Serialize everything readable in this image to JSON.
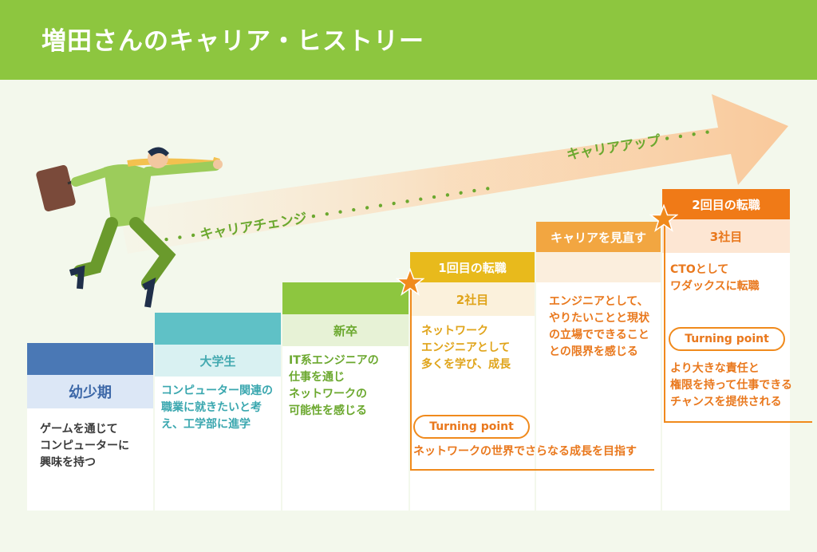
{
  "title": "増田さんのキャリア・ヒストリー",
  "arrow_labels": {
    "change": "・・・キャリアチェンジ・・・・・・・・・・・・・・",
    "up": "キャリアアップ・・・・"
  },
  "stages": [
    {
      "header": "",
      "label": "幼少期",
      "lines": [
        "ゲームを通じて",
        "コンピューターに",
        "興味を持つ"
      ]
    },
    {
      "header": "",
      "label": "大学生",
      "lines": [
        "コンピューター関連の",
        "職業に就きたいと考",
        "え、工学部に進学"
      ]
    },
    {
      "header": "",
      "label": "新卒",
      "lines": [
        "IT系エンジニアの",
        "仕事を通じ",
        "ネットワークの",
        "可能性を感じる"
      ]
    },
    {
      "header": "1回目の転職",
      "label": "2社目",
      "lines": [
        "ネットワーク",
        "エンジニアとして",
        "多くを学び、成長"
      ]
    },
    {
      "header": "キャリアを見直す",
      "label": "",
      "lines": [
        "エンジニアとして、",
        "やりたいことと現状",
        "の立場でできること",
        "との限界を感じる"
      ]
    },
    {
      "header": "2回目の転職",
      "label": "3社目",
      "lines": [
        "CTOとして",
        "ワダックスに転職"
      ]
    }
  ],
  "turning_point": "Turning point",
  "turning_point_1": "ネットワークの世界でさらなる成長を目指す",
  "turning_point_2": [
    "より大きな責任と",
    "権限を持って仕事できる",
    "チャンスを提供される"
  ],
  "colors": {
    "header_green": "#8dc63f",
    "stage1": "#4a78b5",
    "stage2": "#5fc1c6",
    "stage3": "#8dc63f",
    "stage4": "#e8ba1c",
    "stage5": "#f2a641",
    "stage6": "#f07a17",
    "accent": "#f08a1c"
  }
}
